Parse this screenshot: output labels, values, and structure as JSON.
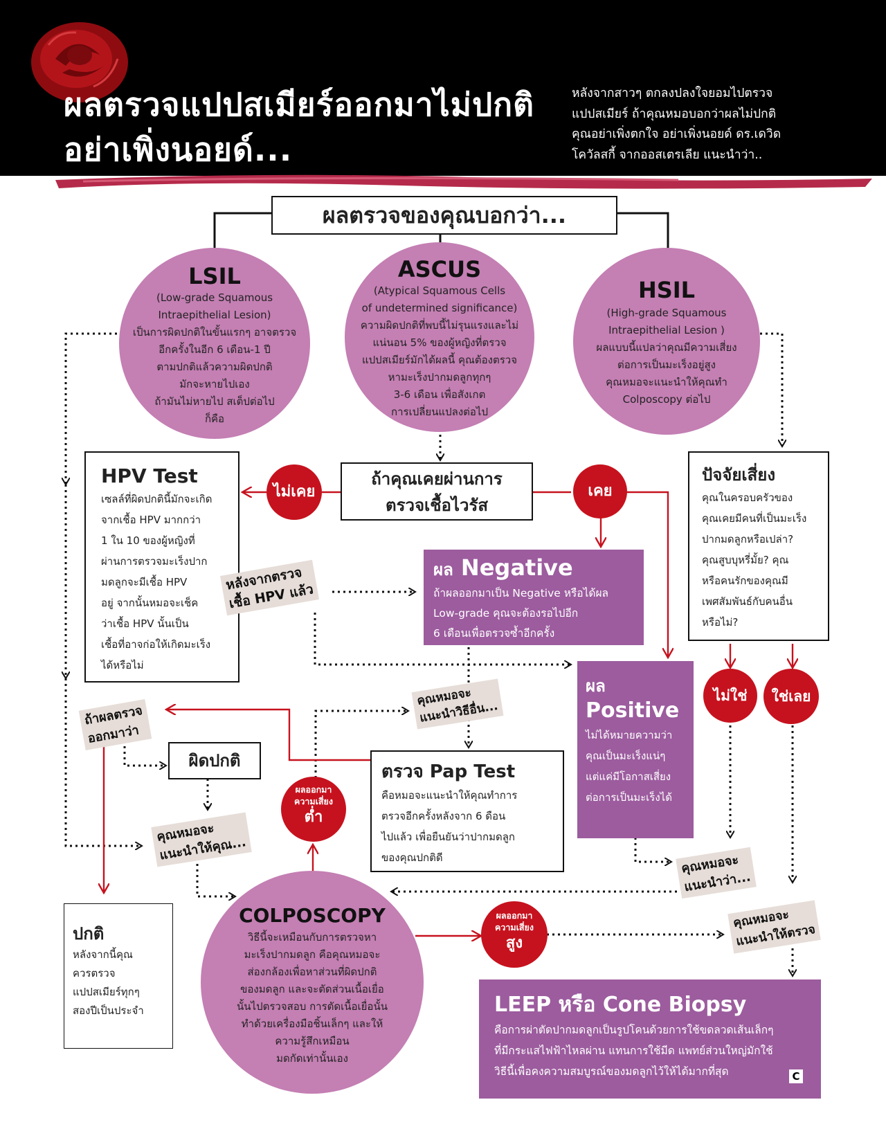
{
  "header": {
    "title_line1": "ผลตรวจแปปสเมียร์ออกมาไม่ปกติ",
    "title_line2": "อย่าเพิ่งนอยด์...",
    "intro_lines": [
      "หลังจากสาวๆ ตกลงปลงใจยอมไปตรวจ",
      "แปปสเมียร์ ถ้าคุณหมอบอกว่าผลไม่ปกติ",
      "คุณอย่าเพิ่งตกใจ อย่าเพิ่งนอยด์ ดร.เดวิด",
      "โควัลสกี้ จากออสเตรเลีย แนะนำว่า.."
    ]
  },
  "top_box": "ผลตรวจของคุณบอกว่า...",
  "lsil": {
    "heading": "LSIL",
    "lines": [
      "(Low-grade Squamous",
      "Intraepithelial Lesion)",
      "เป็นการผิดปกติในขั้นแรกๆ อาจตรวจ",
      "อีกครั้งในอีก 6 เดือน-1 ปี",
      "ตามปกติแล้วความผิดปกติ",
      "มักจะหายไปเอง",
      "ถ้ามันไม่หายไป สเต็ปต่อไป",
      "ก็คือ"
    ]
  },
  "ascus": {
    "heading": "ASCUS",
    "lines": [
      "(Atypical Squamous Cells",
      "of undetermined significance)",
      "ความผิดปกติที่พบนี้ไม่รุนแรงและไม่",
      "แน่นอน 5% ของผู้หญิงที่ตรวจ",
      "แปปสเมียร์มักได้ผลนี้ คุณต้องตรวจ",
      "หามะเร็งปากมดลูกทุกๆ",
      "3-6 เดือน เพื่อสังเกต",
      "การเปลี่ยนแปลงต่อไป"
    ]
  },
  "hsil": {
    "heading": "HSIL",
    "lines": [
      "(High-grade Squamous",
      "Intraepithelial Lesion )",
      "ผลแบบนี้แปลว่าคุณมีความเสี่ยง",
      "ต่อการเป็นมะเร็งอยู่สูง",
      "คุณหมอจะแนะนำให้คุณทำ",
      "Colposcopy ต่อไป"
    ]
  },
  "virus_box": [
    "ถ้าคุณเคยผ่านการ",
    "ตรวจเชื้อไวรัส"
  ],
  "badge_never": "ไม่เคย",
  "badge_ever": "เคย",
  "hpv": {
    "heading": "HPV Test",
    "lines": [
      "เซลล์ที่ผิดปกตินี้มักจะเกิด",
      "จากเชื้อ HPV มากกว่า",
      "1 ใน 10 ของผู้หญิงที่",
      "ผ่านการตรวจมะเร็งปาก",
      "มดลูกจะมีเชื้อ HPV",
      "อยู่ จากนั้นหมอจะเช็ค",
      "ว่าเชื้อ HPV นั้นเป็น",
      "เชื้อที่อาจก่อให้เกิดมะเร็ง",
      "ได้หรือไม่"
    ]
  },
  "tag_after_hpv": [
    "หลังจากตรวจ",
    "เชื้อ HPV แล้ว"
  ],
  "negative": {
    "prefix": "ผล",
    "heading": "Negative",
    "lines": [
      "ถ้าผลออกมาเป็น Negative หรือได้ผล",
      "Low-grade คุณจะต้องรอไปอีก",
      "6 เดือนเพื่อตรวจซ้ำอีกครั้ง"
    ]
  },
  "risk": {
    "heading": "ปัจจัยเสี่ยง",
    "lines": [
      "คุณในครอบครัวของ",
      "คุณเคยมีคนที่เป็นมะเร็ง",
      "ปากมดลูกหรือเปล่า?",
      "คุณสูบบุหรี่มั้ย? คุณ",
      "หรือคนรักของคุณมี",
      "เพศสัมพันธ์กับคนอื่น",
      "หรือไม่?"
    ]
  },
  "badge_no": "ไม่ใช่",
  "badge_yes": "ใช่เลย",
  "positive": {
    "prefix": "ผล",
    "heading": "Positive",
    "lines": [
      "ไม่ได้หมายความว่า",
      "คุณเป็นมะเร็งแน่ๆ",
      "แต่แค่มีโอกาสเสี่ยง",
      "ต่อการเป็นมะเร็งได้"
    ]
  },
  "tag_doctor_other": [
    "คุณหมอจะ",
    "แนะนำวิธีอื่น..."
  ],
  "tag_if_result": [
    "ถ้าผลตรวจ",
    "ออกมาว่า"
  ],
  "abnormal_box": "ผิดปกติ",
  "pap": {
    "heading": "ตรวจ Pap Test",
    "lines": [
      "คือหมอจะแนะนำให้คุณทำการ",
      "ตรวจอีกครั้งหลังจาก 6 ดือน",
      "ไปแล้ว เพื่อยืนยันว่าปากมดลูก",
      "ของคุณปกติดี"
    ]
  },
  "badge_low": {
    "lines": [
      "ผลออกมา",
      "ความเสี่ยง"
    ],
    "big": "ต่ำ"
  },
  "tag_doctor_recommend": [
    "คุณหมอจะ",
    "แนะนำให้คุณ..."
  ],
  "tag_doctor_says": [
    "คุณหมอจะ",
    "แนะนำว่า..."
  ],
  "normal": {
    "heading": "ปกติ",
    "lines": [
      "หลังจากนี้คุณ",
      "ควรตรวจ",
      "แปปสเมียร์ทุกๆ",
      "สองปีเป็นประจำ"
    ]
  },
  "colposcopy": {
    "heading": "COLPOSCOPY",
    "lines": [
      "วิธีนี้จะเหมือนกับการตรวจหา",
      "มะเร็งปากมดลูก คือคุณหมอจะ",
      "ส่องกล้องเพื่อหาส่วนที่ผิดปกติ",
      "ของมดลูก และจะตัดส่วนเนื้อเยื่อ",
      "นั้นไปตรวจสอบ การตัดเนื้อเยื่อนั้น",
      "ทำด้วยเครื่องมือชิ้นเล็กๆ และให้",
      "ความรู้สึกเหมือน",
      "มดกัดเท่านั้นเอง"
    ]
  },
  "badge_high": {
    "lines": [
      "ผลออกมา",
      "ความเสี่ยง"
    ],
    "big": "สูง"
  },
  "tag_doctor_exam": [
    "คุณหมอจะ",
    "แนะนำให้ตรวจ"
  ],
  "leep": {
    "heading": "LEEP หรือ Cone Biopsy",
    "lines": [
      "คือการผ่าตัดปากมดลูกเป็นรูปโคนด้วยการใช้ขดลวดเส้นเล็กๆ",
      "ที่มีกระแสไฟฟ้าไหลผ่าน แทนการใช้มีด แพทย์ส่วนใหญ่มักใช้",
      "วิธีนี้เพื่อคงความสมบูรณ์ของมดลูกไว้ให้ได้มากที่สุด"
    ],
    "logo": "C"
  },
  "colors": {
    "purple_circle": "#c47fb3",
    "purple_box": "#9c5c9e",
    "red": "#c6121e",
    "tag": "#e6ddd8"
  }
}
